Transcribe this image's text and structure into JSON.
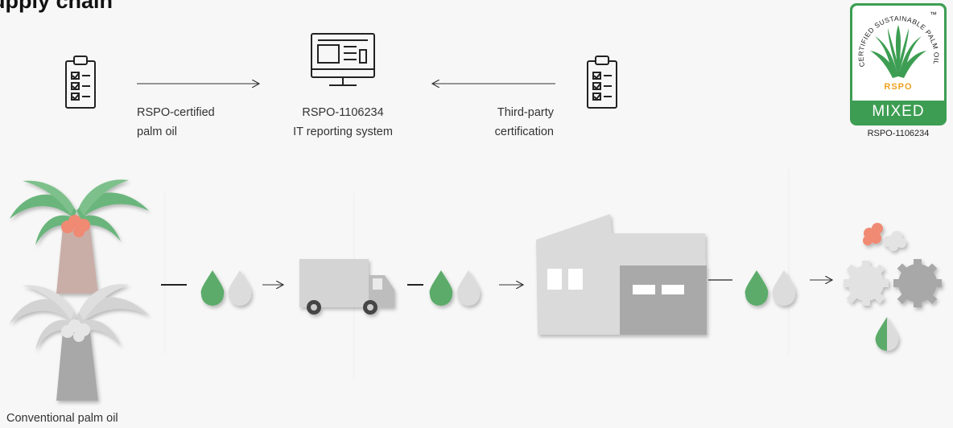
{
  "title": "upply chain",
  "labels": {
    "certified_line1": "RSPO-certified",
    "certified_line2": "palm oil",
    "system_line1": "RSPO-1106234",
    "system_line2": "IT reporting system",
    "third_line1": "Third-party",
    "third_line2": "certification",
    "conventional": "Conventional palm oil"
  },
  "badge": {
    "arc_text": "CERTIFIED SUSTAINABLE PALM OIL",
    "tm": "™",
    "rspo": "RSPO",
    "mixed": "MIXED",
    "id": "RSPO-1106234"
  },
  "colors": {
    "green": "#5bab6a",
    "badge_green": "#3d9e53",
    "coral": "#f08a73",
    "grey": "#d9d9d9"
  }
}
